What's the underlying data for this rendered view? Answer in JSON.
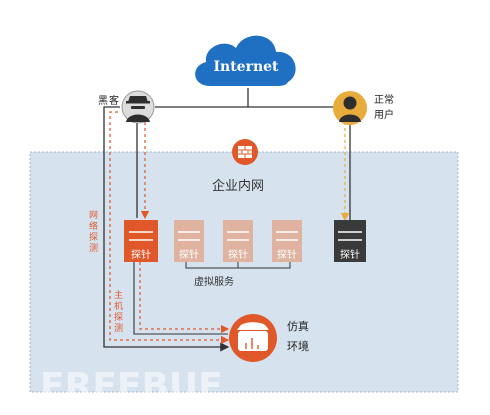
{
  "cloud": {
    "label": "Internet"
  },
  "actors": {
    "hacker": {
      "label_l1": "黑",
      "label_l2": "客"
    },
    "user": {
      "label_l1": "正常",
      "label_l2": "用户"
    }
  },
  "zone": {
    "label": "企业内网"
  },
  "servers": [
    {
      "label": "探针",
      "role": "active"
    },
    {
      "label": "探针",
      "role": "faded"
    },
    {
      "label": "探针",
      "role": "faded"
    },
    {
      "label": "探针",
      "role": "faded"
    },
    {
      "label": "探针",
      "role": "normal"
    }
  ],
  "virtual_label": "虚拟服务",
  "flows": {
    "network_probe": "网络探测",
    "host_probe": "主机探测"
  },
  "sim": {
    "label_l1": "仿真",
    "label_l2": "环境"
  },
  "watermark": "FREEBUF",
  "colors": {
    "cloud": "#1f6fc2",
    "accent": "#e0582a",
    "faded": "#dfb3a0",
    "dark": "#3a3a3a",
    "zone": "#d6e3ef",
    "user": "#e8ac3c",
    "hacker": "#d8d8d8"
  }
}
